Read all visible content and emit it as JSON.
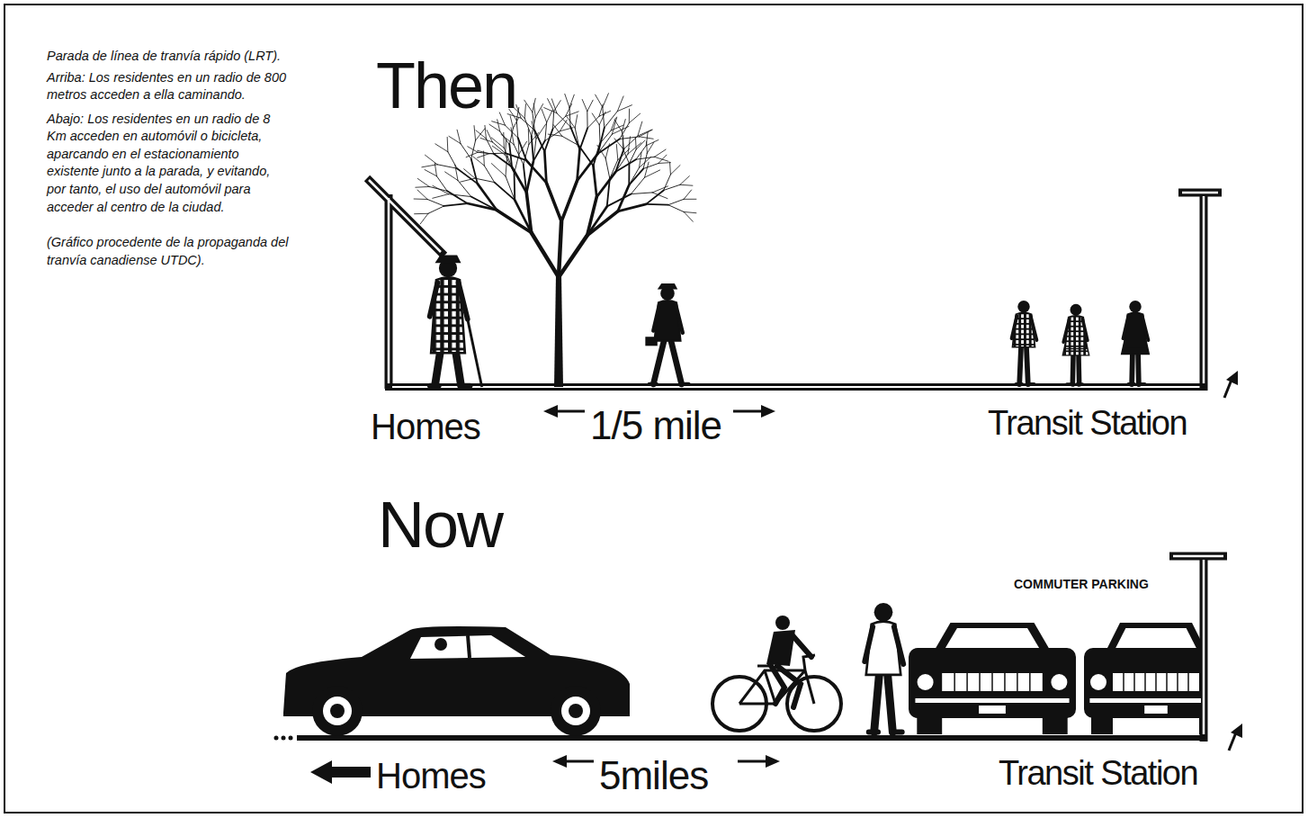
{
  "diagram": {
    "labels": [
      "Parada de línea de tranvía rápido (LRT).",
      "Arriba: Los residentes en un radio de 800 metros acceden a ella caminando.",
      "Abajo: Los residentes en un radio de 8 Km acceden en automóvil o bicicleta, aparcando en el estacionamiento existente junto a la parada, y evitando, por tanto, el uso del automóvil para acceder al centro de la ciudad.",
      "(Gráfico procedente de la propaganda del tranvía canadiense UTDC).",
      "Then",
      "Homes",
      "1/5 mile",
      "Transit Station",
      "Now",
      "COMMUTER PARKING",
      "Homes",
      "5miles",
      "Transit Station"
    ]
  }
}
